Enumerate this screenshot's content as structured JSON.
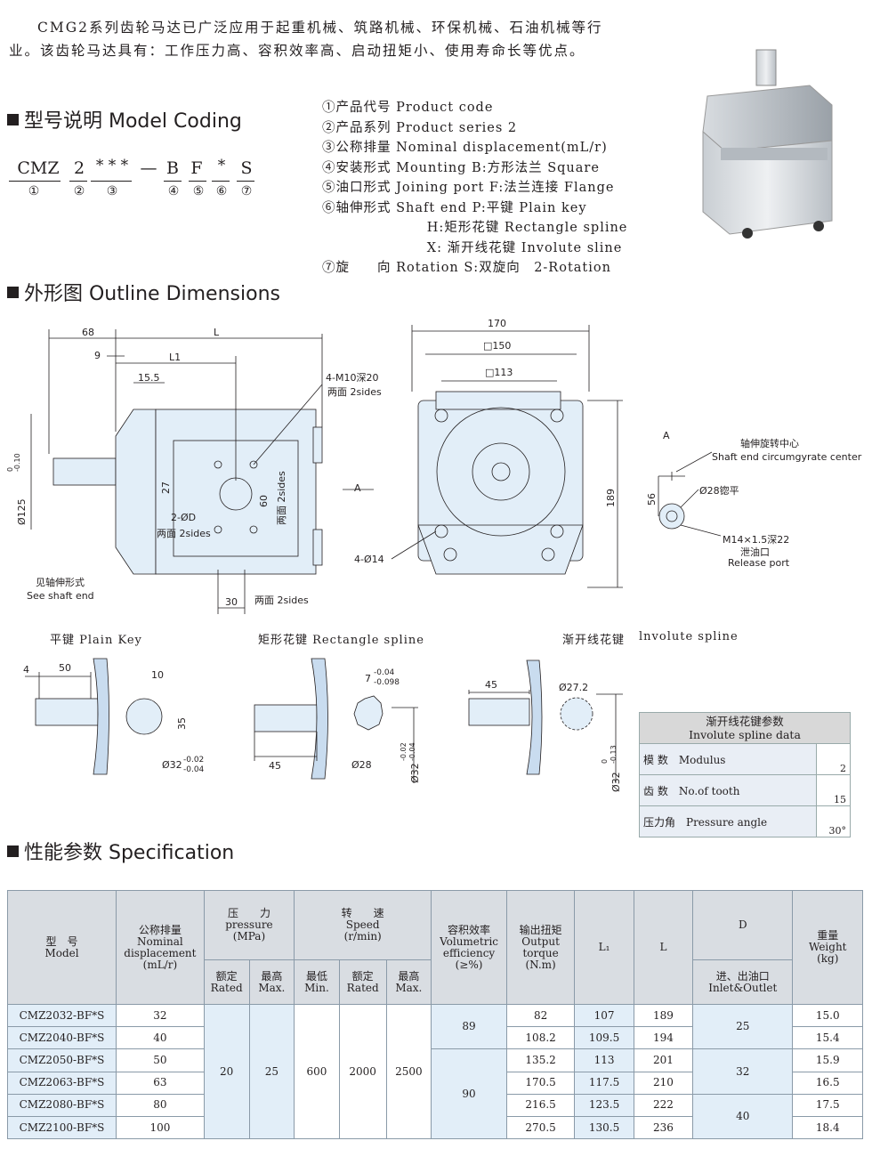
{
  "intro": {
    "line1": "CMG2系列齿轮马达已广泛应用于起重机械、筑路机械、环保机械、石油机械等行",
    "line2": "业。该齿轮马达具有：工作压力高、容积效率高、启动扭矩小、使用寿命长等优点。"
  },
  "sections": {
    "model_coding": "型号说明 Model Coding",
    "outline": "外形图 Outline Dimensions",
    "spec": "性能参数 Specification"
  },
  "model_code": {
    "parts": [
      "CMZ",
      "2",
      "* * *",
      "—",
      "B",
      "F",
      "*",
      "S"
    ],
    "numbers": [
      "①",
      "②",
      "③",
      "④",
      "⑤",
      "⑥",
      "⑦"
    ]
  },
  "legend": [
    "①产品代号 Product code",
    "②产品系列 Product series 2",
    "③公称排量 Nominal displacement(mL/r)",
    "④安装形式 Mounting B:方形法兰 Square",
    "⑤油口形式 Joining port F:法兰连接 Flange",
    "⑥轴伸形式 Shaft end P:平键 Plain key",
    "                     H:矩形花键 Rectangle spline",
    "                     X: 渐开线花键 Involute sline",
    "⑦旋　　向 Rotation S:双旋向　2-Rotation"
  ],
  "drawing": {
    "dims": {
      "d68": "68",
      "dL": "L",
      "d9": "9",
      "dL1": "L1",
      "d155": "15.5",
      "m10": "4-M10深20",
      "m10b": "两面 2sides",
      "d125": "Ø125",
      "d125tol": "0",
      "d125tol2": "-0.10",
      "d27": "27",
      "d60": "60",
      "two_sides": "两面 2sides",
      "twoD": "2-ØD",
      "twoDb": "两面 2sides",
      "shaft_cn": "见轴伸形式",
      "shaft_en": "See shaft end",
      "d30": "30",
      "d30b": "两面 2sides",
      "arrowA": "A",
      "d170": "170",
      "d150": "□150",
      "d113": "□113",
      "d189": "189",
      "d14": "4-Ø14",
      "viewA": "A",
      "center_cn": "轴伸旋转中心",
      "center_en": "Shaft end circumgyrate center",
      "d56": "56",
      "d28": "Ø28锪平",
      "m14": "M14×1.5深22",
      "release_cn": "泄油口",
      "release_en": "Release port"
    },
    "captions": {
      "plain": "平键 Plain Key",
      "rect": "矩形花键 Rectangle spline",
      "invo_cn": "渐开线花键",
      "invo_en": "lnvolute spline"
    },
    "plain": {
      "d4": "4",
      "d50": "50",
      "d10": "10",
      "d35": "35",
      "d32": "Ø32",
      "tol1": "-0.02",
      "tol2": "-0.04"
    },
    "rect": {
      "d7": "7",
      "tol1": "-0.04",
      "tol2": "-0.098",
      "d45": "45",
      "d28": "Ø28",
      "d32": "Ø32",
      "tol3": "-0.02",
      "tol4": "-0.04"
    },
    "invo": {
      "d45": "45",
      "d272": "Ø27.2",
      "d32": "Ø32",
      "tol1": "0",
      "tol2": "-0.13"
    }
  },
  "spline_table": {
    "title_cn": "渐开线花键参数",
    "title_en": "Involute spline data",
    "rows": [
      {
        "label": "模 数　Modulus",
        "value": "2"
      },
      {
        "label": "齿 数　No.of tooth",
        "value": "15"
      },
      {
        "label": "压力角　Pressure angle",
        "value": "30°"
      }
    ]
  },
  "spec_table": {
    "headers": {
      "model_cn": "型　号",
      "model_en": "Model",
      "disp_cn": "公称排量",
      "disp_en": "Nominal displacement",
      "disp_unit": "(mL/r)",
      "press_cn": "压　　力",
      "press_en": "pressure",
      "press_unit": "(MPa)",
      "speed_cn": "转　　速",
      "speed_en": "Speed",
      "speed_unit": "(r/min)",
      "eff_cn": "容积效率",
      "eff_en": "Volumetric efficiency",
      "eff_unit": "(≥%)",
      "torque_cn": "输出扭矩",
      "torque_en": "Output torque",
      "torque_unit": "(N.m)",
      "l1": "L₁",
      "l": "L",
      "d": "D",
      "port_cn": "进、出油口",
      "port_en": "Inlet&Outlet",
      "weight_cn": "重量",
      "weight_en": "Weight",
      "weight_unit": "(kg)",
      "rated_cn": "额定",
      "rated_en": "Rated",
      "max_cn": "最高",
      "max_en": "Max.",
      "min_cn": "最低",
      "min_en": "Min.",
      "srated_cn": "额定",
      "srated_en": "Rated",
      "smax_cn": "最高",
      "smax_en": "Max."
    },
    "merged": {
      "p_rated": "20",
      "p_max": "25",
      "s_min": "600",
      "s_rated": "2000",
      "s_max": "2500",
      "eff1": "89",
      "eff2": "90",
      "d1": "25",
      "d2": "32",
      "d3": "40"
    },
    "rows": [
      {
        "model": "CMZ2032-BF*S",
        "disp": "32",
        "torque": "82",
        "l1": "107",
        "l": "189",
        "weight": "15.0"
      },
      {
        "model": "CMZ2040-BF*S",
        "disp": "40",
        "torque": "108.2",
        "l1": "109.5",
        "l": "194",
        "weight": "15.4"
      },
      {
        "model": "CMZ2050-BF*S",
        "disp": "50",
        "torque": "135.2",
        "l1": "113",
        "l": "201",
        "weight": "15.9"
      },
      {
        "model": "CMZ2063-BF*S",
        "disp": "63",
        "torque": "170.5",
        "l1": "117.5",
        "l": "210",
        "weight": "16.5"
      },
      {
        "model": "CMZ2080-BF*S",
        "disp": "80",
        "torque": "216.5",
        "l1": "123.5",
        "l": "222",
        "weight": "17.5"
      },
      {
        "model": "CMZ2100-BF*S",
        "disp": "100",
        "torque": "270.5",
        "l1": "130.5",
        "l": "236",
        "weight": "18.4"
      }
    ]
  }
}
